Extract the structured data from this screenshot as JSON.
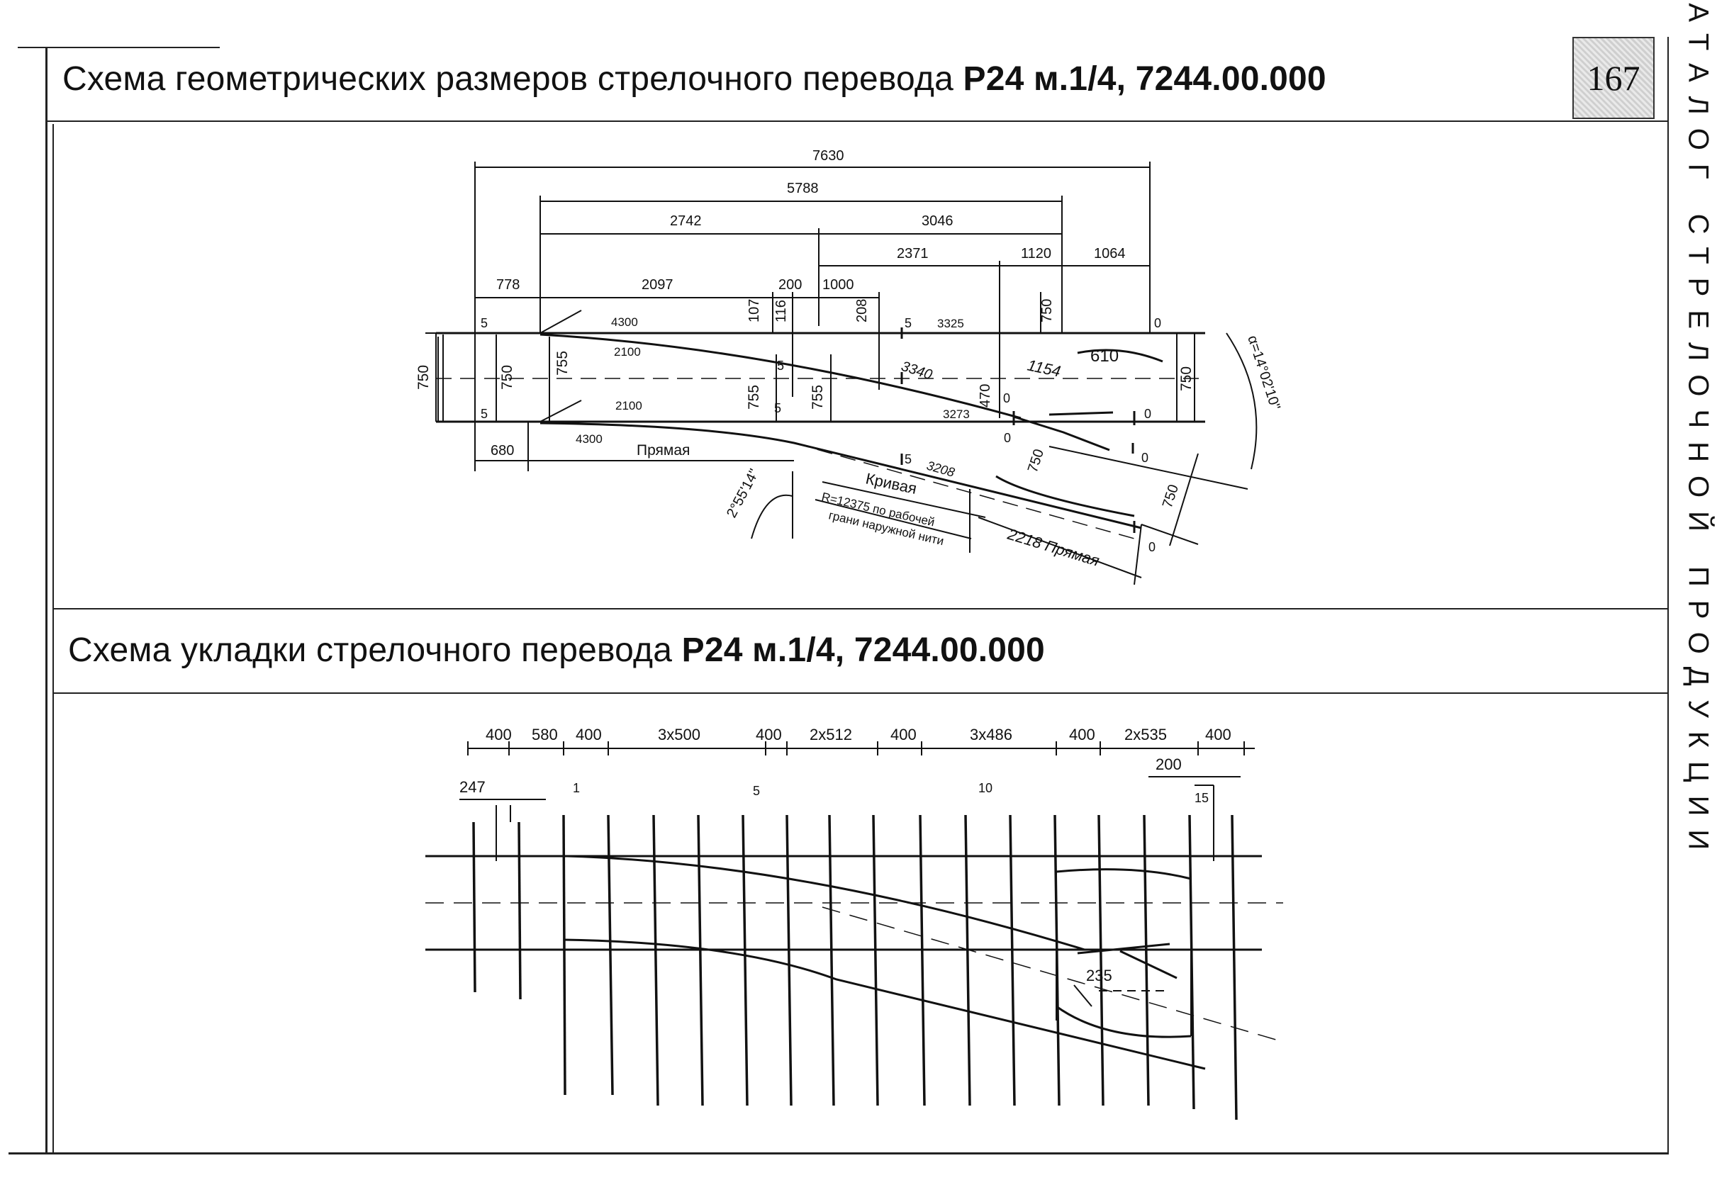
{
  "header": {
    "title_prefix": "Схема геометрических размеров стрелочного перевода ",
    "title_bold": "Р24 м.1/4, 7244.00.000",
    "page_number": "167"
  },
  "sidebar": {
    "vertical_text": "КАТАЛОГ СТРЕЛОЧНОЙ ПРОДУКЦИИ"
  },
  "section2": {
    "title_prefix": "Схема укладки стрелочного перевода ",
    "title_bold": "Р24 м.1/4, 7244.00.000"
  },
  "geometry_diagram": {
    "dimensions": {
      "total": "7630",
      "d5788": "5788",
      "d2742": "2742",
      "d3046": "3046",
      "d2371": "2371",
      "d1120": "1120",
      "d1064": "1064",
      "d778": "778",
      "d2097": "2097",
      "d200": "200",
      "d1000": "1000",
      "d107": "107",
      "d116": "116",
      "d208": "208",
      "d750a": "750",
      "d4300a": "4300",
      "d3325": "3325",
      "d2100a": "2100",
      "d3340": "3340",
      "d470": "470",
      "d1154": "1154",
      "d610": "610",
      "d750left": "750",
      "d750b": "750",
      "d755a": "755",
      "d755b": "755",
      "d755c": "755",
      "d2100b": "2100",
      "d3273": "3273",
      "d750c": "750",
      "d4300b": "4300",
      "d680": "680",
      "d3208": "3208",
      "d750d": "750",
      "d750e": "750",
      "d2218": "2218 Прямая",
      "z5a": "5",
      "z5b": "5",
      "z5c": "5",
      "z5d": "5",
      "z5e": "5",
      "z5f": "5",
      "z0a": "0",
      "z0b": "0",
      "z0c": "0",
      "z0d": "0",
      "z0e": "0",
      "z0f": "0"
    },
    "labels": {
      "straight": "Прямая",
      "curve": "Кривая",
      "radius_note_1": "R=12375 по рабочей",
      "radius_note_2": "грани наружной нити",
      "angle_alpha": "α=14°02'10\"",
      "angle_small": "2°55'14\""
    }
  },
  "layout_diagram": {
    "spacing": [
      "400",
      "580",
      "400",
      "3x500",
      "400",
      "2x512",
      "400",
      "3x486",
      "400",
      "2x535",
      "400"
    ],
    "d247": "247",
    "d200": "200",
    "d15": "15",
    "d235": "235",
    "tie_numbers": [
      "1",
      "5",
      "10"
    ]
  }
}
